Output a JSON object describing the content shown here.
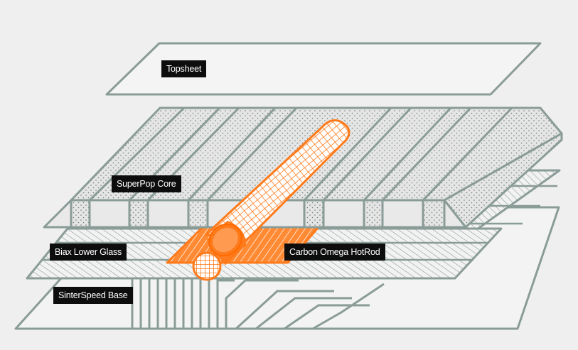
{
  "colors": {
    "background": "#efefef",
    "outline": "#8a9c97",
    "panel_fill": "#f3f3f3",
    "core_fill": "#e6e6e6",
    "accent": "#ff7a1a",
    "label_bg": "#0d0d0d",
    "label_text": "#ffffff"
  },
  "layers": {
    "topsheet": {
      "label": "Topsheet"
    },
    "core": {
      "label": "SuperPop Core"
    },
    "biax": {
      "label": "Biax Lower Glass"
    },
    "hotrod": {
      "label": "Carbon Omega HotRod"
    },
    "base": {
      "label": "SinterSpeed Base"
    }
  }
}
